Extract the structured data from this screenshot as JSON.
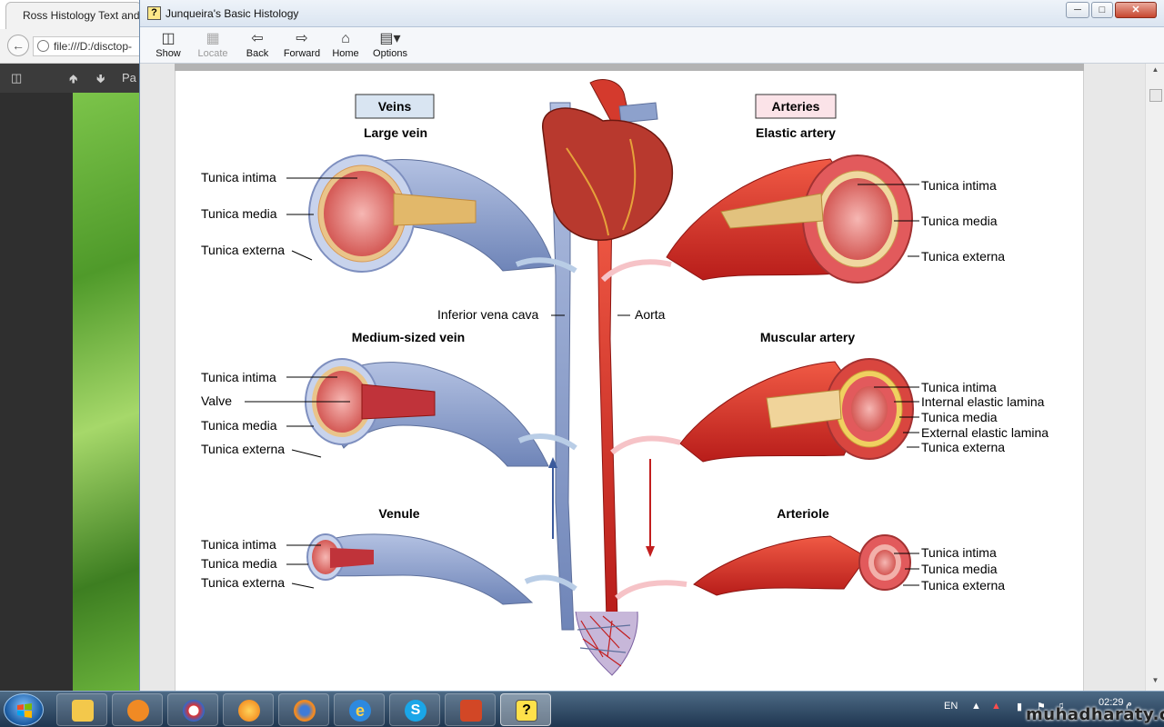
{
  "background_browser": {
    "tab_title": "Ross Histology Text and",
    "url": "file:///D:/disctop-",
    "pdf_toolbar_text": "Pa"
  },
  "help_window": {
    "title": "Junqueira's Basic Histology",
    "controls": {
      "minimize": "─",
      "maximize": "□",
      "close": "✕"
    },
    "toolbar": [
      {
        "label": "Show",
        "icon": "show-icon",
        "enabled": true
      },
      {
        "label": "Locate",
        "icon": "locate-icon",
        "enabled": false
      },
      {
        "label": "Back",
        "icon": "back-arrow-icon",
        "enabled": true
      },
      {
        "label": "Forward",
        "icon": "forward-arrow-icon",
        "enabled": true
      },
      {
        "label": "Home",
        "icon": "home-icon",
        "enabled": true
      },
      {
        "label": "Options",
        "icon": "options-icon",
        "enabled": true
      }
    ]
  },
  "figure": {
    "veins_header": "Veins",
    "arteries_header": "Arteries",
    "vessels": {
      "large_vein": {
        "title": "Large vein",
        "labels": [
          "Tunica intima",
          "Tunica media",
          "Tunica externa"
        ]
      },
      "medium_vein": {
        "title": "Medium-sized vein",
        "labels": [
          "Tunica intima",
          "Valve",
          "Tunica media",
          "Tunica externa"
        ]
      },
      "venule": {
        "title": "Venule",
        "labels": [
          "Tunica intima",
          "Tunica media",
          "Tunica externa"
        ]
      },
      "elastic_artery": {
        "title": "Elastic artery",
        "labels": [
          "Tunica intima",
          "Tunica media",
          "Tunica externa"
        ]
      },
      "muscular_artery": {
        "title": "Muscular artery",
        "labels": [
          "Tunica intima",
          "Internal elastic lamina",
          "Tunica media",
          "External elastic lamina",
          "Tunica externa"
        ]
      },
      "arteriole": {
        "title": "Arteriole",
        "labels": [
          "Tunica intima",
          "Tunica media",
          "Tunica externa"
        ]
      }
    },
    "center_labels": {
      "ivc": "Inferior vena cava",
      "aorta": "Aorta"
    },
    "colors": {
      "vein": "#8da1cc",
      "artery": "#d92d2a",
      "veins_box": "#d9e5f2",
      "arteries_box": "#fbe3e8"
    }
  },
  "taskbar": {
    "apps": [
      {
        "name": "file-explorer-icon"
      },
      {
        "name": "media-player-icon"
      },
      {
        "name": "sync-app-icon"
      },
      {
        "name": "orange-app-icon"
      },
      {
        "name": "firefox-icon"
      },
      {
        "name": "internet-explorer-icon"
      },
      {
        "name": "skype-icon"
      },
      {
        "name": "presentation-icon"
      },
      {
        "name": "help-viewer-icon",
        "active": true
      }
    ],
    "tray": {
      "language": "EN",
      "time": "02:29",
      "am_pm": "م"
    }
  },
  "watermark": "muhadharaty.com"
}
